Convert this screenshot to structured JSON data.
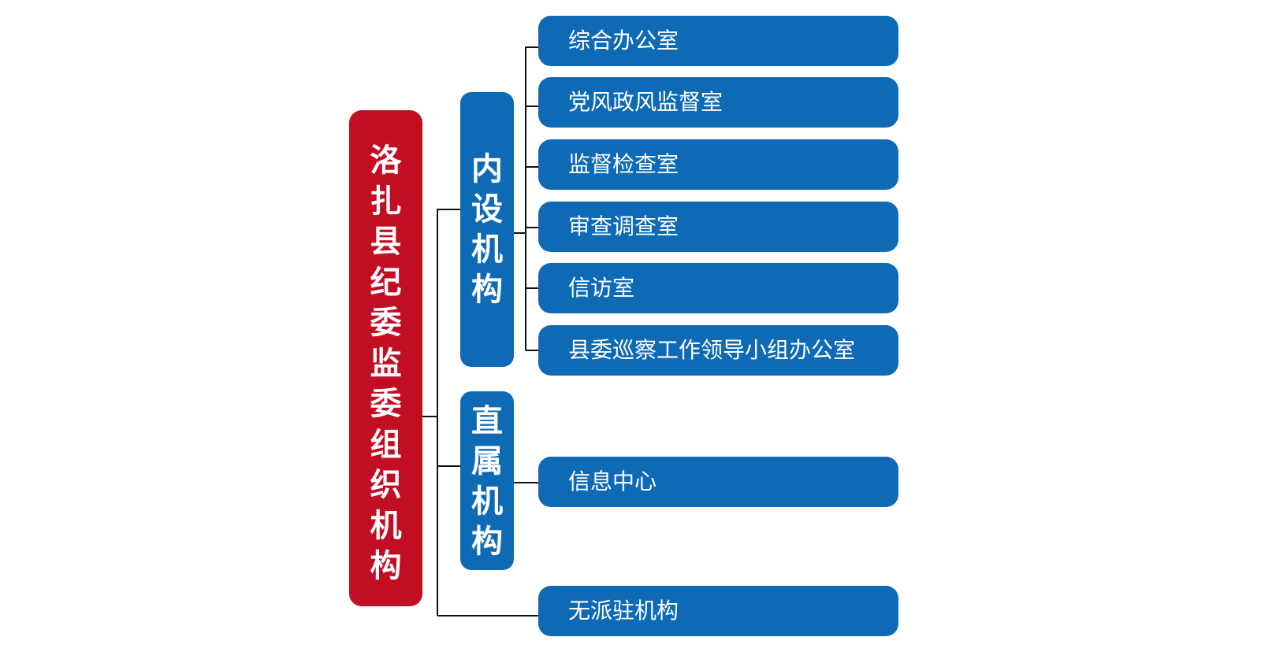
{
  "root": {
    "label": "洛扎县纪委监委组织机构"
  },
  "groups": [
    {
      "label": "内设机构",
      "children": [
        "综合办公室",
        "党风政风监督室",
        "监督检查室",
        "审查调查室",
        "信访室",
        "县委巡察工作领导小组办公室"
      ]
    },
    {
      "label": "直属机构",
      "children": [
        "信息中心"
      ]
    }
  ],
  "direct": [
    "无派驻机构"
  ],
  "colors": {
    "root": "#c20e23",
    "node": "#0e6ab4",
    "connector": "#111111",
    "text": "#ffffff"
  }
}
